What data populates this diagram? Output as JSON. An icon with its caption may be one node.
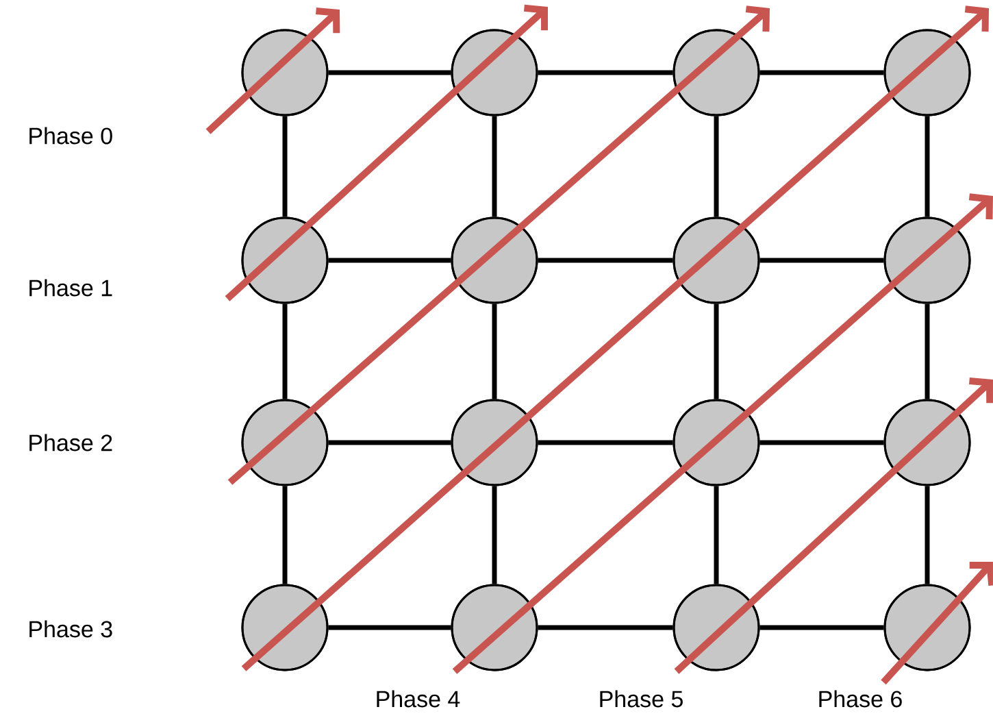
{
  "diagram": {
    "nodes": [
      {
        "text": [],
        "shape": "circle"
      },
      {
        "text": [],
        "shape": "circle"
      },
      {
        "text": [],
        "shape": "circle"
      },
      {
        "text": [],
        "shape": "circle"
      },
      {
        "text": [],
        "shape": "circle"
      },
      {
        "text": [],
        "shape": "circle"
      },
      {
        "text": [],
        "shape": "circle"
      },
      {
        "text": [],
        "shape": "circle"
      },
      {
        "text": [],
        "shape": "circle"
      },
      {
        "text": [],
        "shape": "circle"
      },
      {
        "text": [],
        "shape": "circle"
      },
      {
        "text": [],
        "shape": "circle"
      },
      {
        "text": [],
        "shape": "circle"
      },
      {
        "text": [],
        "shape": "circle"
      },
      {
        "text": [],
        "shape": "circle"
      },
      {
        "text": [],
        "shape": "circle"
      }
    ],
    "edges": [
      {
        "from": 0,
        "to": 1,
        "arrow": "none"
      },
      {
        "from": 1,
        "to": 2,
        "arrow": "none"
      },
      {
        "from": 2,
        "to": 3,
        "arrow": "none"
      },
      {
        "from": 4,
        "to": 5,
        "arrow": "none"
      },
      {
        "from": 5,
        "to": 6,
        "arrow": "none"
      },
      {
        "from": 6,
        "to": 7,
        "arrow": "none"
      },
      {
        "from": 8,
        "to": 9,
        "arrow": "none"
      },
      {
        "from": 9,
        "to": 10,
        "arrow": "none"
      },
      {
        "from": 10,
        "to": 11,
        "arrow": "none"
      },
      {
        "from": 12,
        "to": 13,
        "arrow": "none"
      },
      {
        "from": 13,
        "to": 14,
        "arrow": "none"
      },
      {
        "from": 14,
        "to": 15,
        "arrow": "none"
      },
      {
        "from": 0,
        "to": 4,
        "arrow": "none"
      },
      {
        "from": 4,
        "to": 8,
        "arrow": "none"
      },
      {
        "from": 8,
        "to": 12,
        "arrow": "none"
      },
      {
        "from": 1,
        "to": 5,
        "arrow": "none"
      },
      {
        "from": 5,
        "to": 9,
        "arrow": "none"
      },
      {
        "from": 9,
        "to": 13,
        "arrow": "none"
      },
      {
        "from": 2,
        "to": 6,
        "arrow": "none"
      },
      {
        "from": 6,
        "to": 10,
        "arrow": "none"
      },
      {
        "from": 10,
        "to": 14,
        "arrow": "none"
      },
      {
        "from": 3,
        "to": 7,
        "arrow": "none"
      },
      {
        "from": 7,
        "to": 11,
        "arrow": "none"
      },
      {
        "from": 11,
        "to": 15,
        "arrow": "none"
      }
    ],
    "labels": [
      "Phase 0",
      "Phase 1",
      "Phase 2",
      "Phase 3",
      "Phase 4",
      "Phase 5",
      "Phase 6"
    ]
  }
}
